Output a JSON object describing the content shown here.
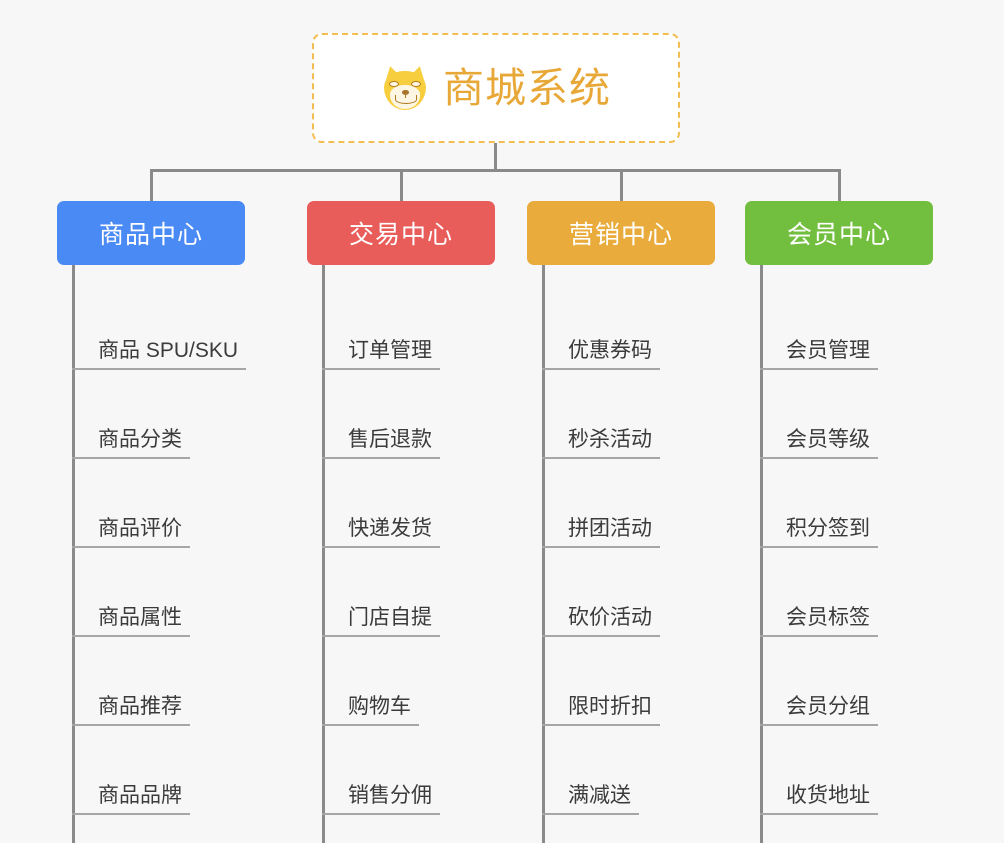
{
  "root": {
    "title": "商城系统",
    "icon": "shiba-dog-icon",
    "border_color": "#f3bd52",
    "text_color": "#e8a838"
  },
  "connector_color": "#8a8a8a",
  "background_color": "#f7f7f7",
  "columns": [
    {
      "title": "商品中心",
      "color": "#4a8af4",
      "items": [
        "商品 SPU/SKU",
        "商品分类",
        "商品评价",
        "商品属性",
        "商品推荐",
        "商品品牌"
      ]
    },
    {
      "title": "交易中心",
      "color": "#e85d5a",
      "items": [
        "订单管理",
        "售后退款",
        "快递发货",
        "门店自提",
        "购物车",
        "销售分佣"
      ]
    },
    {
      "title": "营销中心",
      "color": "#e9ac3c",
      "items": [
        "优惠券码",
        "秒杀活动",
        "拼团活动",
        "砍价活动",
        "限时折扣",
        "满减送"
      ]
    },
    {
      "title": "会员中心",
      "color": "#72bf3f",
      "items": [
        "会员管理",
        "会员等级",
        "积分签到",
        "会员标签",
        "会员分组",
        "收货地址"
      ]
    }
  ]
}
